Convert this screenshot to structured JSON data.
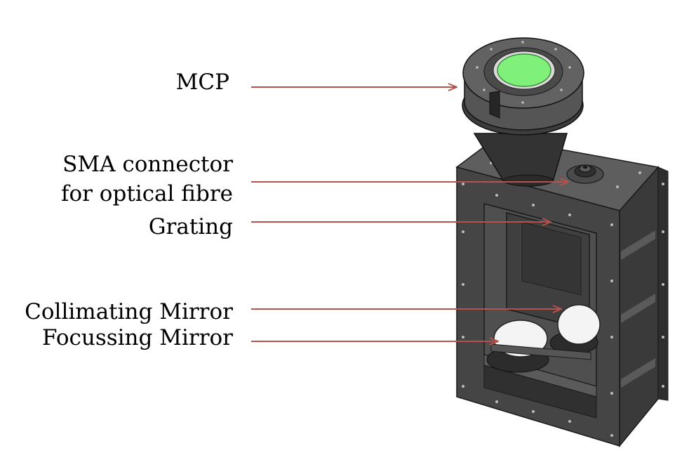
{
  "colors": {
    "arrow": "#b5524d",
    "body_dark": "#3a3a3a",
    "body_mid": "#4d4d4d",
    "body_light": "#5e5e5e",
    "mcp_green": "#7ff07a",
    "mirror": "#f4f4f4"
  },
  "labels": {
    "mcp": "MCP",
    "sma_line1": "SMA connector",
    "sma_line2": "for optical fibre",
    "grating": "Grating",
    "collimating": "Collimating Mirror",
    "focussing": "Focussing Mirror"
  }
}
